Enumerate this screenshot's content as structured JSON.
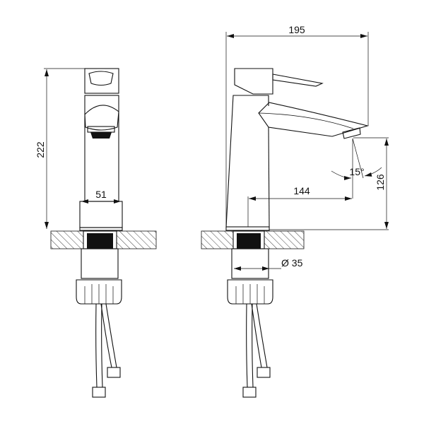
{
  "dimensions": {
    "overall_height": "222",
    "base_width": "51",
    "overall_length": "195",
    "spout_reach": "144",
    "spout_height": "126",
    "spray_angle": "15°",
    "hole_diameter": "Ø 35"
  },
  "colors": {
    "line": "#111111",
    "background": "#ffffff"
  }
}
